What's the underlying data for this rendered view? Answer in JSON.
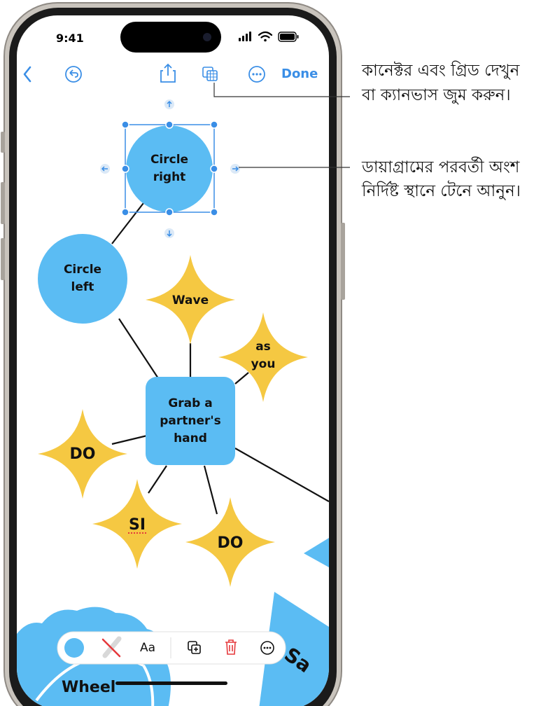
{
  "status_bar": {
    "time": "9:41"
  },
  "toolbar": {
    "back_icon": "chevron-left-icon",
    "undo_icon": "undo-icon",
    "share_icon": "share-icon",
    "grid_icon": "grid-view-icon",
    "more_icon": "more-icon",
    "done_label": "Done"
  },
  "canvas": {
    "nodes": {
      "circle_right": "Circle\nright",
      "circle_left": "Circle\nleft",
      "wave": "Wave",
      "as_you": "as\nyou",
      "center": "Grab a\npartner's\nhand",
      "do_left": "DO",
      "si": "SI",
      "do_bottom": "DO",
      "wheel_partial": "Wheel",
      "sa_partial": "Sa"
    }
  },
  "bottom_toolbar": {
    "fill_icon": "fill-color-icon",
    "stroke_icon": "no-stroke-icon",
    "text_label": "Aa",
    "duplicate_icon": "duplicate-icon",
    "delete_icon": "trash-icon",
    "more_icon": "more-icon"
  },
  "callouts": {
    "grid_callout": [
      "কানেক্টর এবং গ্রিড দেখুন",
      "বা ক্যানভাস জুম করুন।"
    ],
    "drag_callout": [
      "ডায়াগ্রামের পরবর্তী অংশ",
      "নির্দিষ্ট স্থানে টেনে আনুন।"
    ]
  },
  "colors": {
    "accent": "#3a8ee6",
    "circle_fill": "#5bbcf3",
    "star_fill": "#f5c842",
    "delete_red": "#e5383b"
  }
}
